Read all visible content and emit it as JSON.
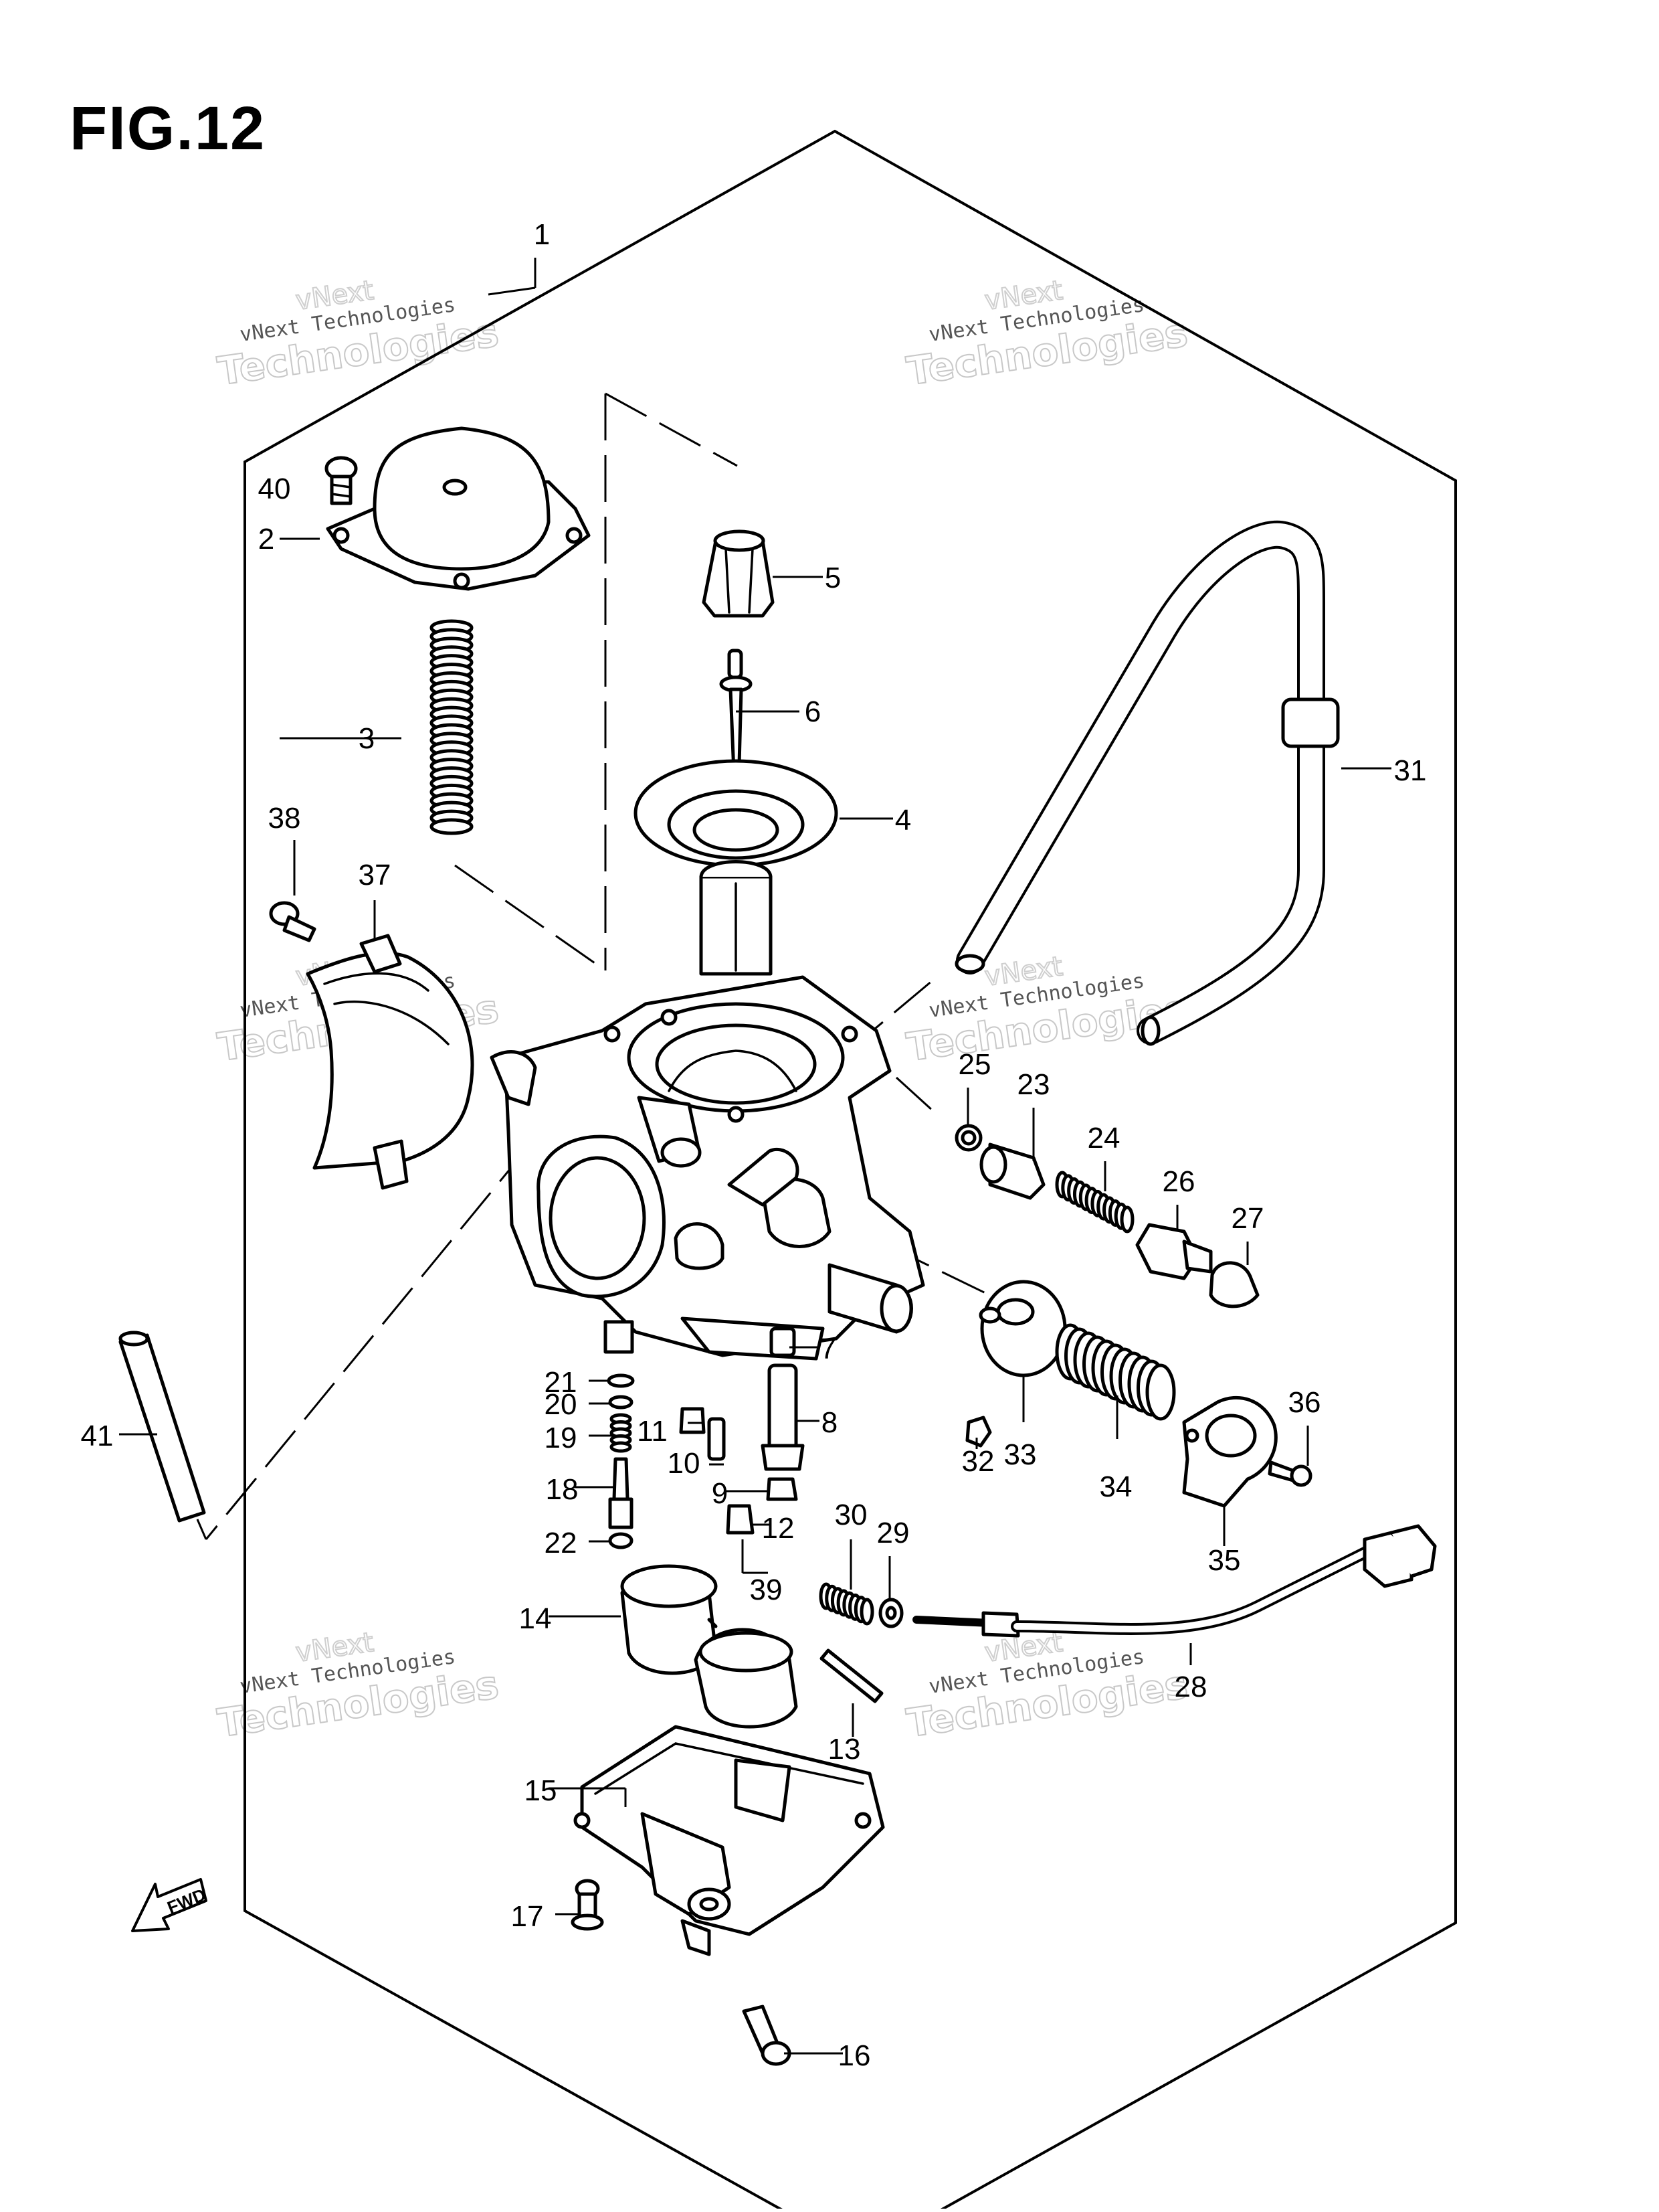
{
  "figure": {
    "title": "FIG.12"
  },
  "watermark": {
    "line1": "vNext Technologies",
    "line2": "Technologies",
    "line3": "vNext"
  },
  "fwd_label": "FWD",
  "callouts": [
    {
      "num": "1"
    },
    {
      "num": "2"
    },
    {
      "num": "3"
    },
    {
      "num": "4"
    },
    {
      "num": "5"
    },
    {
      "num": "6"
    },
    {
      "num": "7"
    },
    {
      "num": "8"
    },
    {
      "num": "9"
    },
    {
      "num": "10"
    },
    {
      "num": "11"
    },
    {
      "num": "12"
    },
    {
      "num": "13"
    },
    {
      "num": "14"
    },
    {
      "num": "15"
    },
    {
      "num": "16"
    },
    {
      "num": "17"
    },
    {
      "num": "18"
    },
    {
      "num": "19"
    },
    {
      "num": "20"
    },
    {
      "num": "21"
    },
    {
      "num": "22"
    },
    {
      "num": "23"
    },
    {
      "num": "24"
    },
    {
      "num": "25"
    },
    {
      "num": "26"
    },
    {
      "num": "27"
    },
    {
      "num": "28"
    },
    {
      "num": "29"
    },
    {
      "num": "30"
    },
    {
      "num": "31"
    },
    {
      "num": "32"
    },
    {
      "num": "33"
    },
    {
      "num": "34"
    },
    {
      "num": "35"
    },
    {
      "num": "36"
    },
    {
      "num": "37"
    },
    {
      "num": "38"
    },
    {
      "num": "39"
    },
    {
      "num": "40"
    },
    {
      "num": "41"
    }
  ]
}
